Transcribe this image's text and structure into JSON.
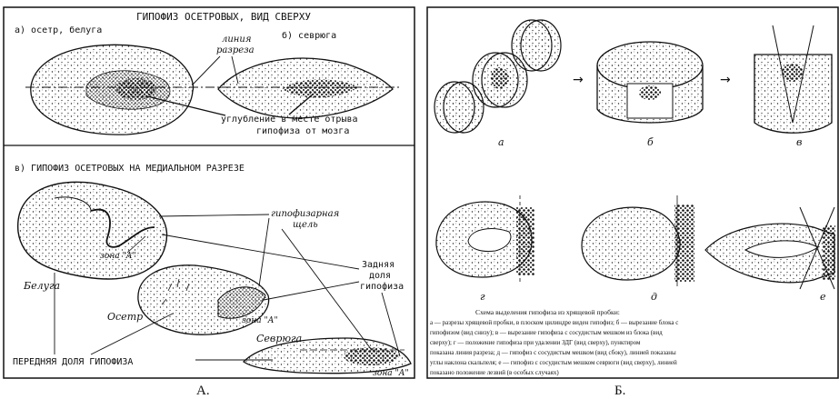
{
  "panel_a": {
    "title": "ГИПОФИЗ ОСЕТРОВЫХ, ВИД СВЕРХУ",
    "label_a": "а) осетр, белуга",
    "label_b": "б) севрюга",
    "cut_line_1": "линия",
    "cut_line_2": "разреза",
    "depression_1": "углубление в месте отрыва",
    "depression_2": "гипофиза от мозга",
    "section_title": "в)   ГИПОФИЗ ОСЕТРОВЫХ НА МЕДИАЛЬНОМ РАЗРЕЗЕ",
    "cleft_1": "гипофизарная",
    "cleft_2": "щель",
    "zone_a_1": "зона \"А\"",
    "zone_a_2": "зона \"А\"",
    "zone_a_3": "зона \"А\"",
    "posterior_1": "Задняя",
    "posterior_2": "доля",
    "posterior_3": "гипофиза",
    "beluga": "Белуга",
    "sturgeon": "Осетр",
    "stellate": "Севрюга",
    "anterior_lobe": "ПЕРЕДНЯЯ ДОЛЯ ГИПОФИЗА"
  },
  "panel_b": {
    "fig_a": "а",
    "fig_b": "б",
    "fig_v": "в",
    "fig_g": "г",
    "fig_d": "д",
    "fig_e": "е",
    "caption_title": "Схема выделения гипофиза из хрящевой пробки:",
    "caption_1": "а — разрезы хрящевой пробки, в плоском цилиндре виден гипофиз; б — вырезание блока с",
    "caption_2": "гипофизом (вид снизу); в — вырезание гипофиза с сосудистым мешком из блока (вид",
    "caption_3": "сверху); г — положение гипофиза при удалении ЗДГ (вид сверху), пунктиром",
    "caption_4": "показана линия разреза; д — гипофиз с сосудистым мешком (вид сбоку), линией показаны",
    "caption_5": "углы наклона скальпеля; е — гипофиз с сосудистым мешком севрюги (вид сверху), линией",
    "caption_6": "показано положение лезвий (в особых случаях)"
  },
  "bottom_labels": {
    "left": "А.",
    "right": "Б."
  }
}
